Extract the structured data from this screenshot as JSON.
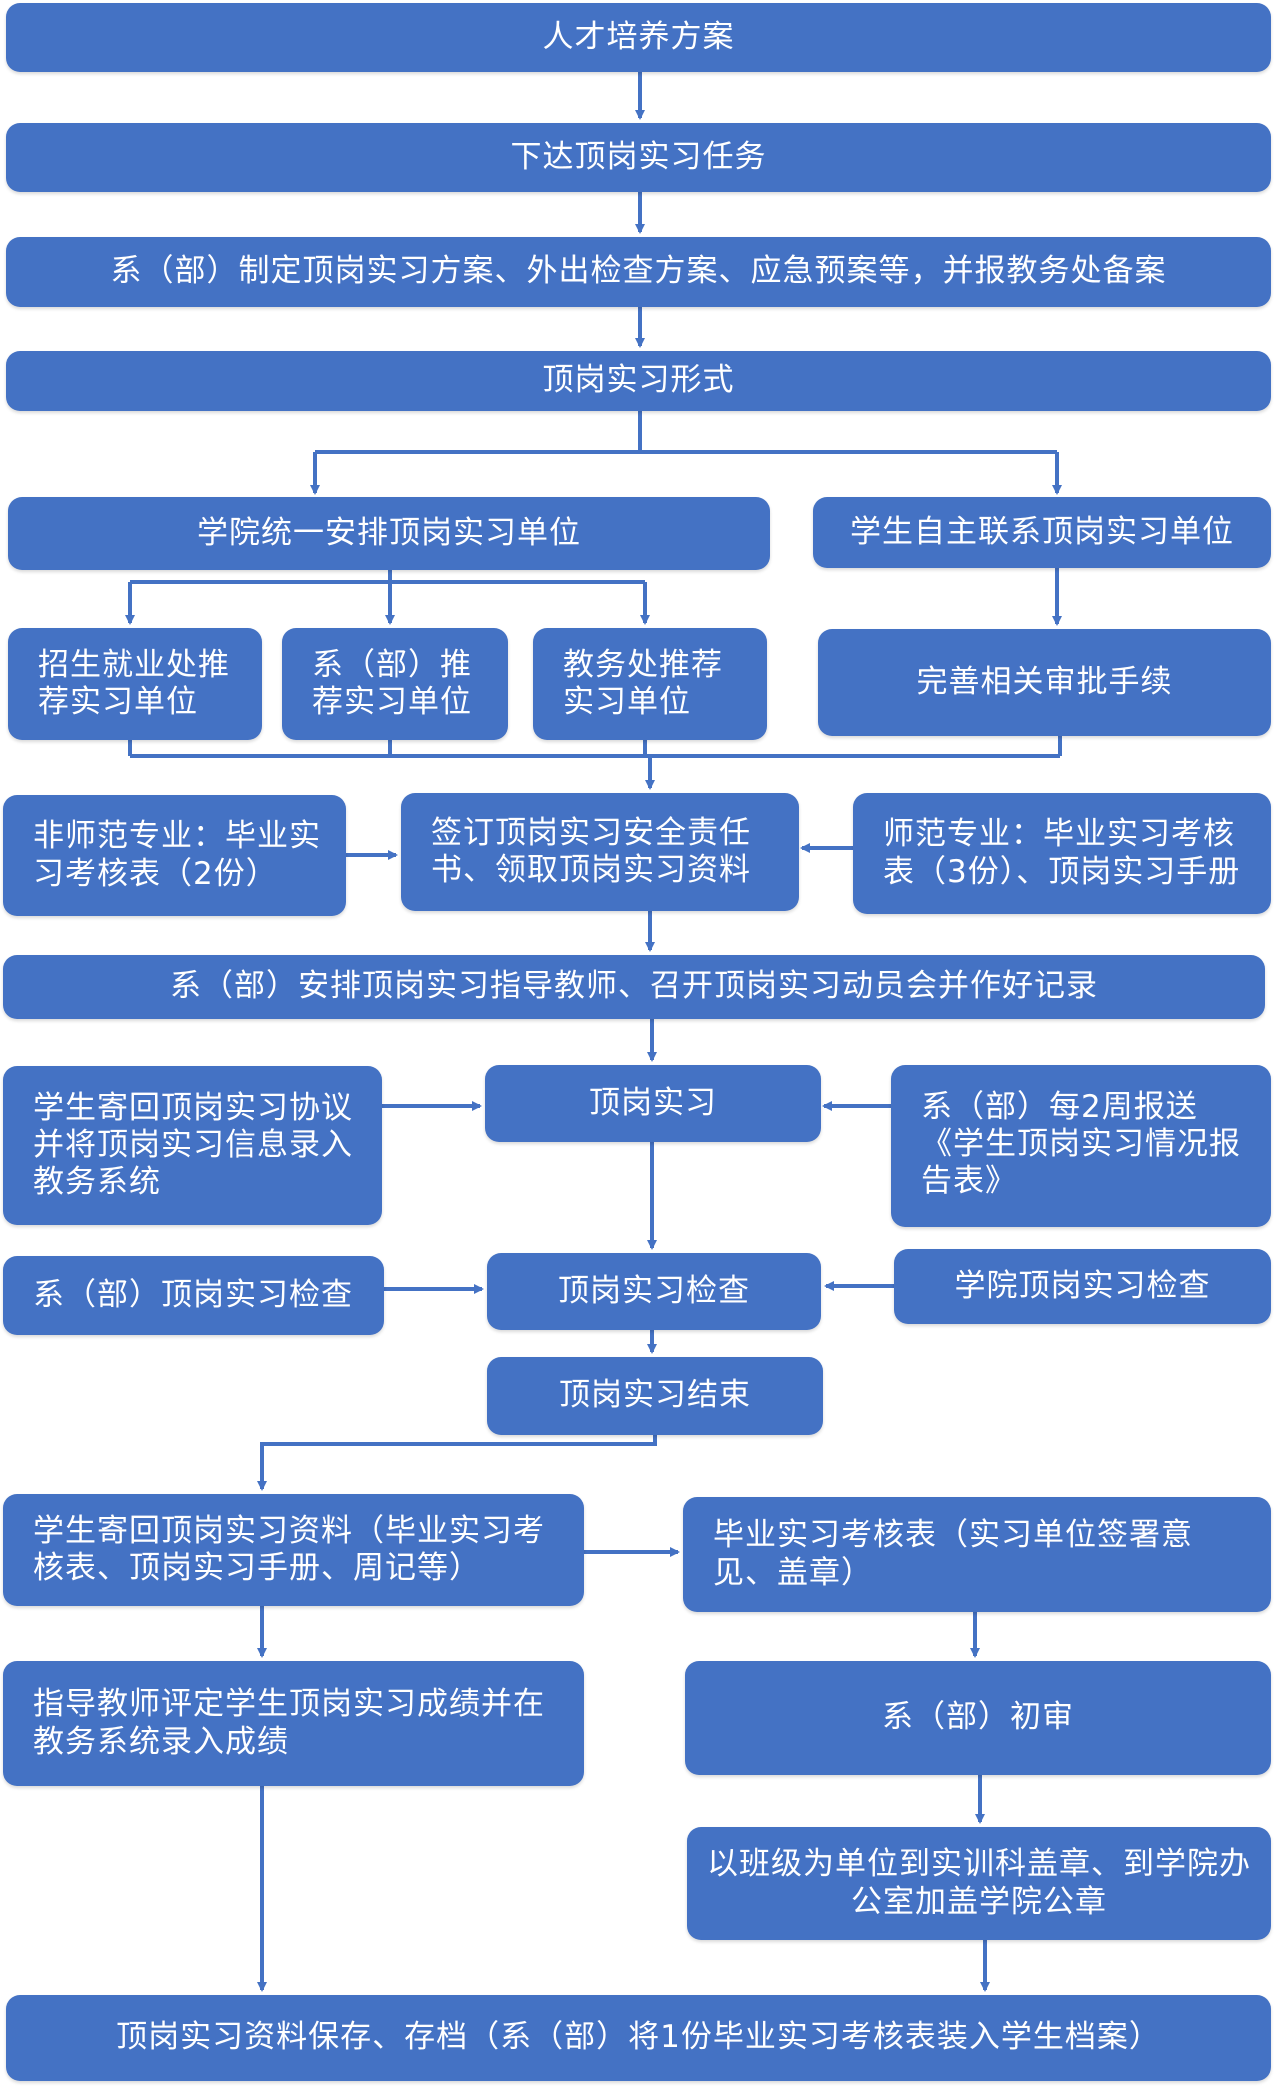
{
  "colors": {
    "box": "#4472C4",
    "line": "#4472C4",
    "text": "#ffffff"
  },
  "nodes": {
    "n01": "人才培养方案",
    "n02": "下达顶岗实习任务",
    "n03": "系（部）制定顶岗实习方案、外出检查方案、应急预案等，并报教务处备案",
    "n04": "顶岗实习形式",
    "n05": "学院统一安排顶岗实习单位",
    "n06": "学生自主联系顶岗实习单位",
    "n07": "招生就业处推荐实习单位",
    "n08": "系（部）推荐实习单位",
    "n09": "教务处推荐实习单位",
    "n10": "完善相关审批手续",
    "n11": "非师范专业：毕业实习考核表（2份）",
    "n12": "签订顶岗实习安全责任书、领取顶岗实习资料",
    "n13": "师范专业：毕业实习考核表（3份）、顶岗实习手册",
    "n14": "系（部）安排顶岗实习指导教师、召开顶岗实习动员会并作好记录",
    "n15": "学生寄回顶岗实习协议并将顶岗实习信息录入教务系统",
    "n16": "顶岗实习",
    "n17": "系（部）每2周报送《学生顶岗实习情况报告表》",
    "n18": "系（部）顶岗实习检查",
    "n19": "顶岗实习检查",
    "n20": "学院顶岗实习检查",
    "n21": "顶岗实习结束",
    "n22": "学生寄回顶岗实习资料（毕业实习考核表、顶岗实习手册、周记等）",
    "n23": "毕业实习考核表（实习单位签署意见、盖章）",
    "n24": "指导教师评定学生顶岗实习成绩并在教务系统录入成绩",
    "n25": "系（部）初审",
    "n26": "以班级为单位到实训科盖章、到学院办公室加盖学院公章",
    "n27": "顶岗实习资料保存、存档（系（部）将1份毕业实习考核表装入学生档案）"
  }
}
